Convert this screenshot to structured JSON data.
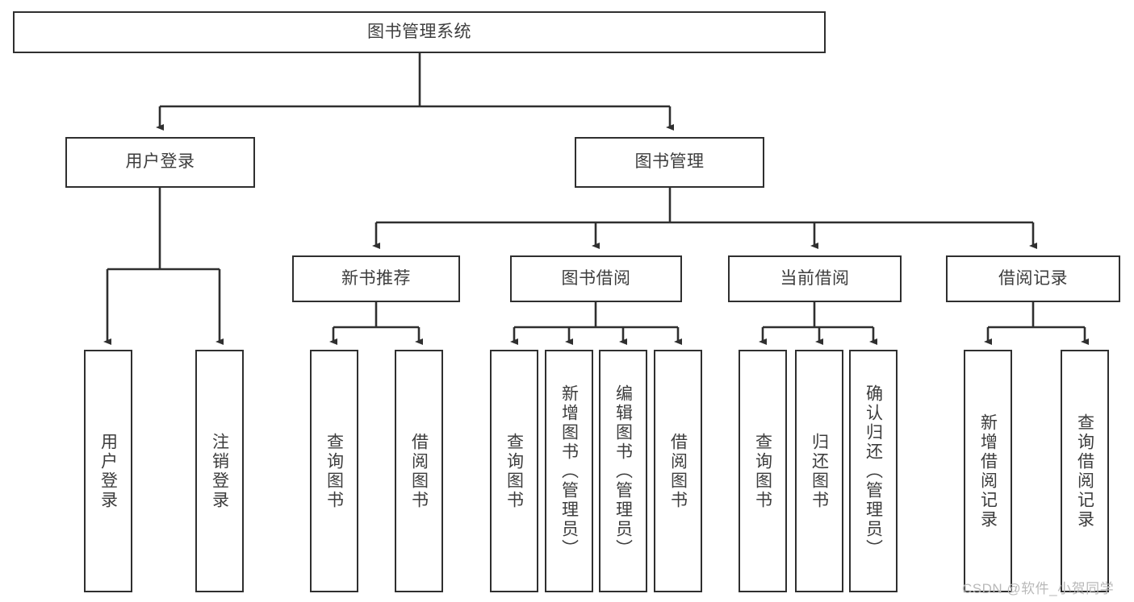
{
  "diagram": {
    "title": "图书管理系统",
    "watermark": "CSDN @软件_小贺同学",
    "colors": {
      "box_border": "#2f2f2f",
      "box_fill": "#ffffff",
      "edge": "#2f2f2f",
      "text": "#3d3d3d",
      "watermark": "#b9b9b9",
      "background": "#ffffff"
    },
    "nodes": {
      "root": {
        "label": "图书管理系统",
        "orientation": "horizontal",
        "level": 0
      },
      "user_login": {
        "label": "用户登录",
        "orientation": "horizontal",
        "level": 1
      },
      "book_manage": {
        "label": "图书管理",
        "orientation": "horizontal",
        "level": 1
      },
      "new_book_rec": {
        "label": "新书推荐",
        "orientation": "horizontal",
        "level": 2
      },
      "book_borrow": {
        "label": "图书借阅",
        "orientation": "horizontal",
        "level": 2
      },
      "current_borrow": {
        "label": "当前借阅",
        "orientation": "horizontal",
        "level": 2
      },
      "borrow_record": {
        "label": "借阅记录",
        "orientation": "horizontal",
        "level": 2
      },
      "leaf_user_login": {
        "label": "用户登录",
        "orientation": "vertical",
        "level": 3
      },
      "leaf_logout": {
        "label": "注销登录",
        "orientation": "vertical",
        "level": 3
      },
      "leaf_query_book_1": {
        "label": "查询图书",
        "orientation": "vertical",
        "level": 3
      },
      "leaf_borrow_book_1": {
        "label": "借阅图书",
        "orientation": "vertical",
        "level": 3
      },
      "leaf_query_book_2": {
        "label": "查询图书",
        "orientation": "vertical",
        "level": 3
      },
      "leaf_add_book": {
        "label": "新增图书（管理员）",
        "orientation": "vertical",
        "level": 3
      },
      "leaf_edit_book": {
        "label": "编辑图书（管理员）",
        "orientation": "vertical",
        "level": 3
      },
      "leaf_borrow_book_2": {
        "label": "借阅图书",
        "orientation": "vertical",
        "level": 3
      },
      "leaf_query_book_3": {
        "label": "查询图书",
        "orientation": "vertical",
        "level": 3
      },
      "leaf_return_book": {
        "label": "归还图书",
        "orientation": "vertical",
        "level": 3
      },
      "leaf_confirm_return": {
        "label": "确认归还（管理员）",
        "orientation": "vertical",
        "level": 3
      },
      "leaf_add_record": {
        "label": "新增借阅记录",
        "orientation": "vertical",
        "level": 3
      },
      "leaf_query_record": {
        "label": "查询借阅记录",
        "orientation": "vertical",
        "level": 3
      }
    },
    "hierarchy": [
      {
        "parent": "root",
        "children": [
          "user_login",
          "book_manage"
        ]
      },
      {
        "parent": "user_login",
        "children": [
          "leaf_user_login",
          "leaf_logout"
        ]
      },
      {
        "parent": "book_manage",
        "children": [
          "new_book_rec",
          "book_borrow",
          "current_borrow",
          "borrow_record"
        ]
      },
      {
        "parent": "new_book_rec",
        "children": [
          "leaf_query_book_1",
          "leaf_borrow_book_1"
        ]
      },
      {
        "parent": "book_borrow",
        "children": [
          "leaf_query_book_2",
          "leaf_add_book",
          "leaf_edit_book",
          "leaf_borrow_book_2"
        ]
      },
      {
        "parent": "current_borrow",
        "children": [
          "leaf_query_book_3",
          "leaf_return_book",
          "leaf_confirm_return"
        ]
      },
      {
        "parent": "borrow_record",
        "children": [
          "leaf_add_record",
          "leaf_query_record"
        ]
      }
    ]
  }
}
